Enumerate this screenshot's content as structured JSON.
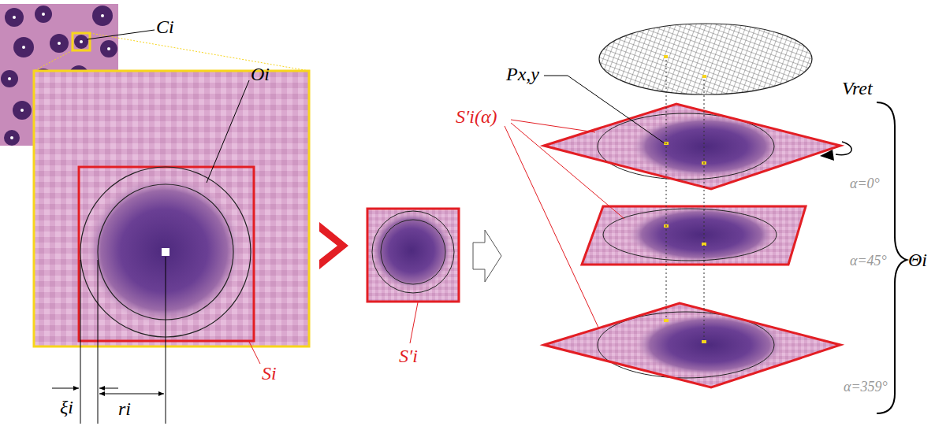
{
  "diagram": {
    "labels": [
      "Ci",
      "Oi",
      "Si",
      "ξi",
      "ri",
      "S′i",
      "Px,y",
      "Vret",
      "S′i(α)",
      "α=0°",
      "α=45°",
      "α=359°",
      "Θi"
    ]
  }
}
